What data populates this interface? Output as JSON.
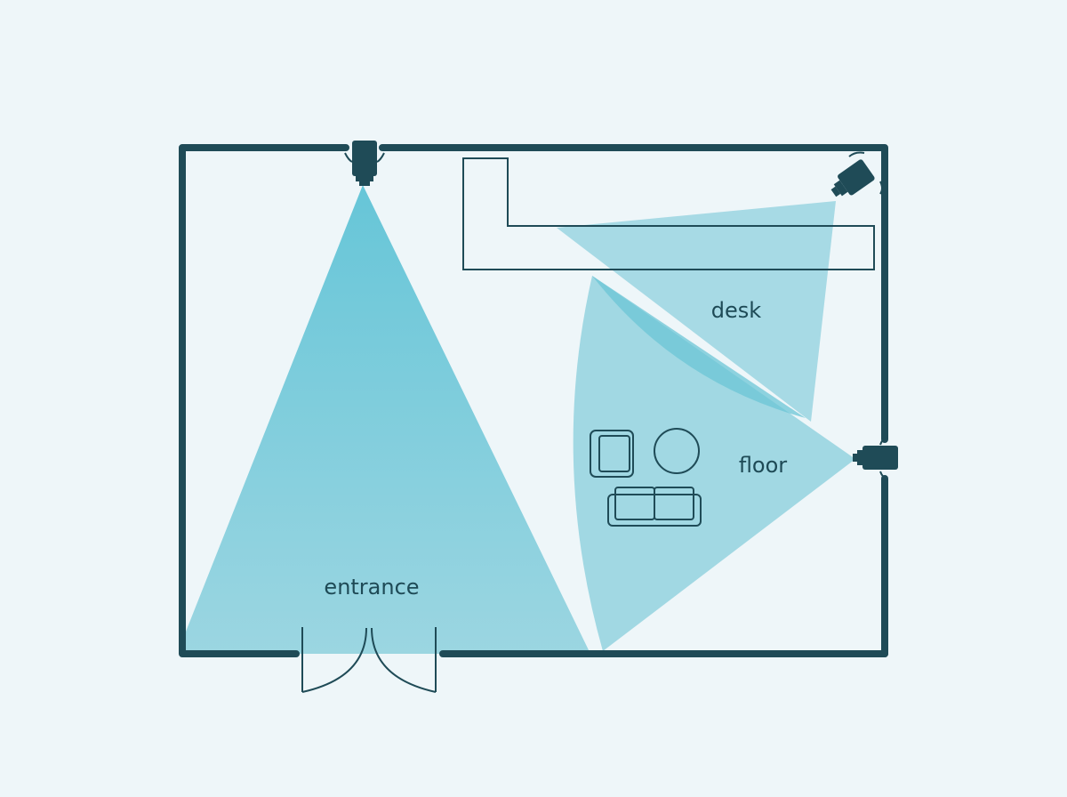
{
  "colors": {
    "background": "#eef6f9",
    "wall": "#1f4b57",
    "camera": "#1f4b57",
    "coverage_entrance_top": "#5fc3d6",
    "coverage_entrance_bottom": "#97d4e0",
    "coverage_desk": "#8ccfdc",
    "coverage_floor": "#8ccfdc",
    "coverage_overlap": "#6cc6d6",
    "furniture": "#1f4b57",
    "label": "#1e4a56"
  },
  "labels": {
    "entrance": "entrance",
    "desk": "desk",
    "floor": "floor"
  },
  "icons": {
    "camera_top": "security-camera-icon",
    "camera_corner": "security-camera-icon",
    "camera_right": "security-camera-icon",
    "armchair": "armchair-icon",
    "round_table": "round-table-icon",
    "sofa": "sofa-icon",
    "door": "double-door-icon"
  }
}
